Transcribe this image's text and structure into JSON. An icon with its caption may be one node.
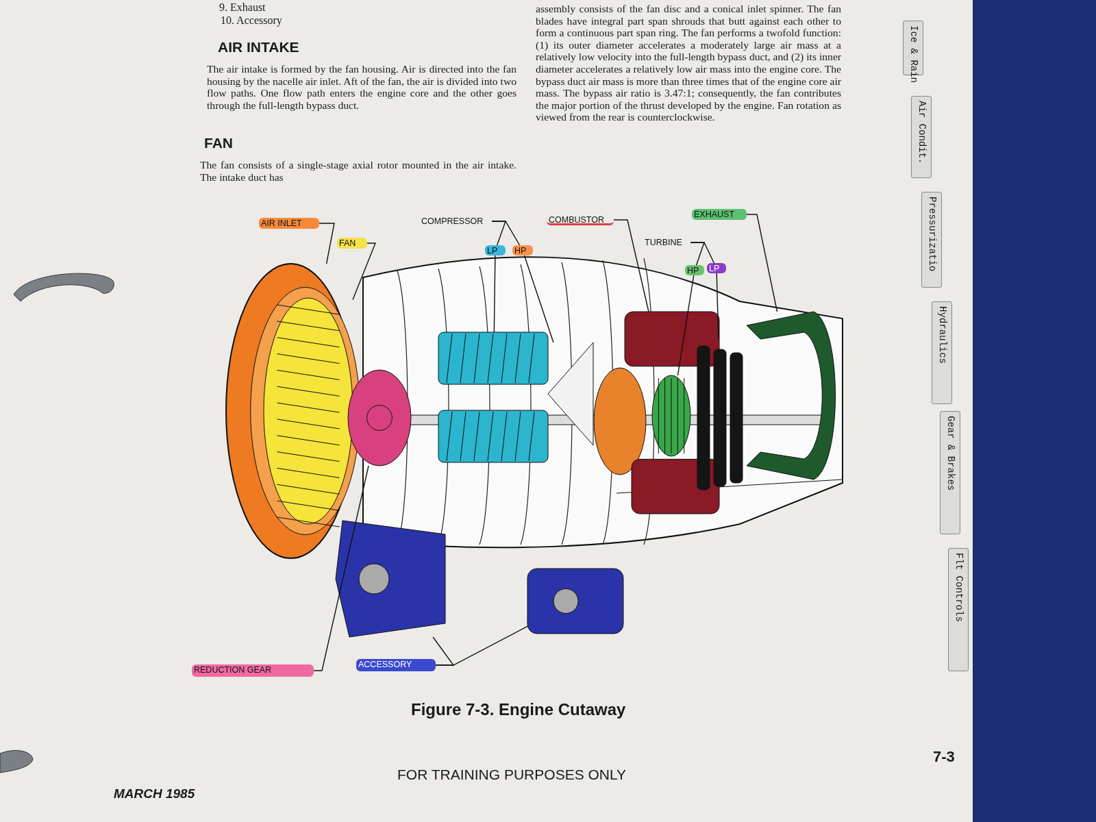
{
  "diagram": {
    "caption": "Figure 7-3. Engine Cutaway",
    "nodes": [
      {
        "text": [
          "AIR INLET"
        ]
      },
      {
        "text": [
          "FAN"
        ]
      },
      {
        "text": [
          "COMPRESSOR"
        ]
      },
      {
        "text": [
          "LP"
        ]
      },
      {
        "text": [
          "HP"
        ]
      },
      {
        "text": [
          "COMBUSTOR"
        ]
      },
      {
        "text": [
          "EXHAUST"
        ]
      },
      {
        "text": [
          "TURBINE"
        ]
      },
      {
        "text": [
          "HP"
        ]
      },
      {
        "text": [
          "LP"
        ]
      },
      {
        "text": [
          "REDUCTION GEAR"
        ]
      },
      {
        "text": [
          "ACCESSORY"
        ]
      },
      {
        "text": [],
        "shape": "picture"
      },
      {
        "text": [],
        "shape": "picture",
        "in": 12
      },
      {
        "text": [],
        "shape": "picture"
      },
      {
        "text": [],
        "shape": "picture"
      },
      {
        "text": [],
        "shape": "picture"
      },
      {
        "text": [],
        "shape": "picture",
        "in": 16
      },
      {
        "text": [],
        "shape": "picture"
      },
      {
        "text": [],
        "shape": "picture"
      },
      {
        "text": [],
        "shape": "picture"
      },
      {
        "text": [],
        "shape": "picture"
      },
      {
        "text": [],
        "shape": "picture"
      }
    ],
    "edges": [
      {
        "from": 0,
        "to": 12,
        "arrow": "none"
      },
      {
        "from": 1,
        "to": 13,
        "arrow": "none"
      },
      {
        "from": 2,
        "to": 3,
        "arrow": "none"
      },
      {
        "from": 2,
        "to": 4,
        "arrow": "none"
      },
      {
        "from": 3,
        "to": 14,
        "arrow": "none"
      },
      {
        "from": 4,
        "to": 15,
        "arrow": "none"
      },
      {
        "from": 5,
        "to": 16,
        "arrow": "none"
      },
      {
        "from": 6,
        "to": 19,
        "arrow": "none"
      },
      {
        "from": 7,
        "to": 8,
        "arrow": "none"
      },
      {
        "from": 7,
        "to": 9,
        "arrow": "none"
      },
      {
        "from": 8,
        "to": 17,
        "arrow": "none"
      },
      {
        "from": 9,
        "to": 18,
        "arrow": "none"
      },
      {
        "from": 10,
        "to": 20,
        "arrow": "none"
      },
      {
        "from": 11,
        "to": 21,
        "arrow": "none"
      },
      {
        "from": 11,
        "to": 22,
        "arrow": "none"
      }
    ],
    "labels": [
      "9. Exhaust",
      "10. Accessory",
      "AIR INTAKE",
      "The air intake is formed by the fan housing. Air is directed into the fan housing by the nacelle air inlet. Aft of the fan, the air is divided into two flow paths. One flow path enters the engine core and the other goes through the full-length bypass duct.",
      "FAN",
      "The fan consists of a single-stage axial rotor mounted in the air intake. The intake duct has",
      "assembly consists of the fan disc and a conical inlet spinner. The fan blades have integral part span shrouds that butt against each other to form a continuous part span ring. The fan performs a twofold function: (1) its outer diameter accelerates a moderately large air mass at a relatively low velocity into the full-length bypass duct, and (2) its inner diameter accelerates a relatively low air mass into the engine core. The bypass duct air mass is more than three times that of the engine core air mass. The bypass air ratio is 3.47:1; consequently, the fan contributes the major portion of the thrust developed by the engine. Fan rotation as viewed from the rear is counterclockwise.",
      "Ice & Rain",
      "Air Condit.",
      "Pressurizatio",
      "Hydraulics",
      "Gear & Brakes",
      "Flt Controls",
      "MARCH 1985",
      "FOR TRAINING PURPOSES ONLY",
      "7-3"
    ]
  }
}
